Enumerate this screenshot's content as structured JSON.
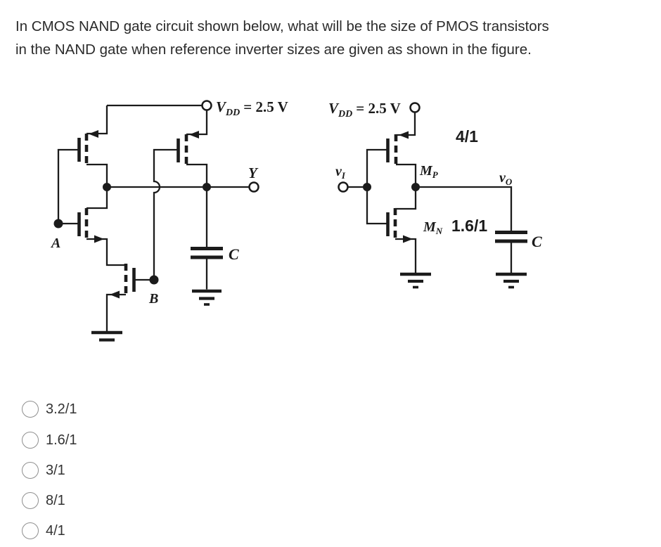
{
  "question": {
    "line1": "In CMOS NAND gate circuit shown below, what will be the size of PMOS transistors",
    "line2": "in the NAND gate when reference inverter sizes are given as shown in the figure."
  },
  "figure": {
    "nand_gate": {
      "vdd_symbol": "V",
      "vdd_subscript": "DD",
      "vdd_value": "= 2.5 V",
      "output_label": "Y",
      "input_a_label": "A",
      "input_b_label": "B",
      "capacitor_label": "C"
    },
    "inverter": {
      "vdd_symbol": "V",
      "vdd_subscript": "DD",
      "vdd_value": "= 2.5 V",
      "pmos_symbol": "M",
      "pmos_subscript": "P",
      "pmos_size": "4/1",
      "nmos_symbol": "M",
      "nmos_subscript": "N",
      "nmos_size": "1.6/1",
      "vin_symbol": "v",
      "vin_subscript": "I",
      "vout_symbol": "v",
      "vout_subscript": "O",
      "capacitor_label": "C"
    }
  },
  "options": [
    {
      "label": "3.2/1",
      "selected": false
    },
    {
      "label": "1.6/1",
      "selected": false
    },
    {
      "label": "3/1",
      "selected": false
    },
    {
      "label": "8/1",
      "selected": false
    },
    {
      "label": "4/1",
      "selected": false
    }
  ],
  "colors": {
    "ink": "#1b1b1b",
    "question_text": "#2b2b2b",
    "option_text": "#333333",
    "radio_border": "#8f8f8f",
    "background": "#ffffff"
  }
}
